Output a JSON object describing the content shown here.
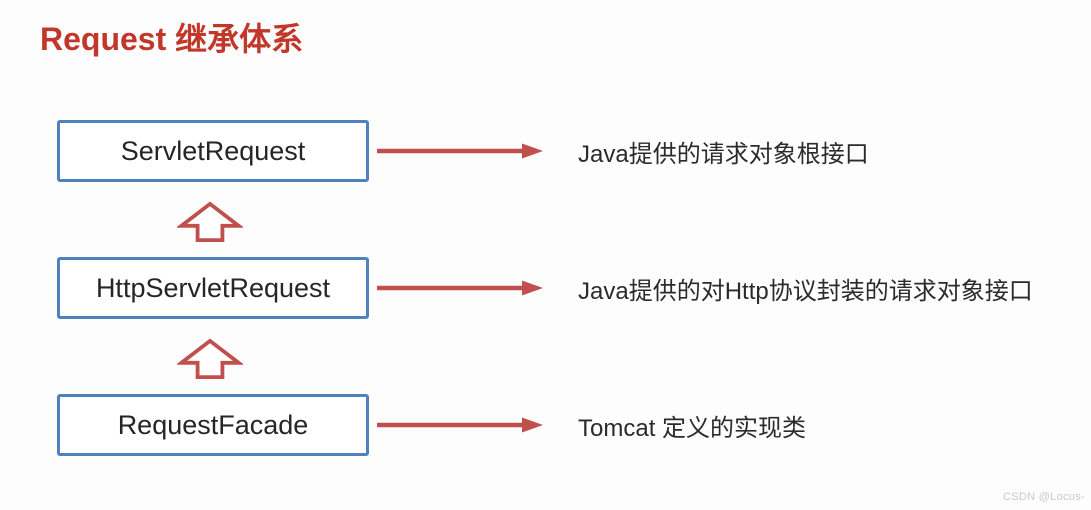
{
  "page": {
    "title": "Request 继承体系",
    "watermark": "CSDN @Locus-"
  },
  "colors": {
    "title_red": "#c1372a",
    "box_border_blue": "#4f81bd",
    "arrow_red": "#c0504d",
    "text_dark": "#262626",
    "watermark_gray": "#c9c9c9",
    "background": "#fdfdfd"
  },
  "diagram": {
    "rows": [
      {
        "class_name": "ServletRequest",
        "description": "Java提供的请求对象根接口"
      },
      {
        "class_name": "HttpServletRequest",
        "description": "Java提供的对Http协议封装的请求对象接口"
      },
      {
        "class_name": "RequestFacade",
        "description": "Tomcat 定义的实现类"
      }
    ],
    "inheritance_arrows": [
      {
        "from": "HttpServletRequest",
        "to": "ServletRequest",
        "icon": "up-block-arrow-icon"
      },
      {
        "from": "RequestFacade",
        "to": "HttpServletRequest",
        "icon": "up-block-arrow-icon"
      }
    ],
    "pointer_icon": "right-arrow-icon"
  }
}
